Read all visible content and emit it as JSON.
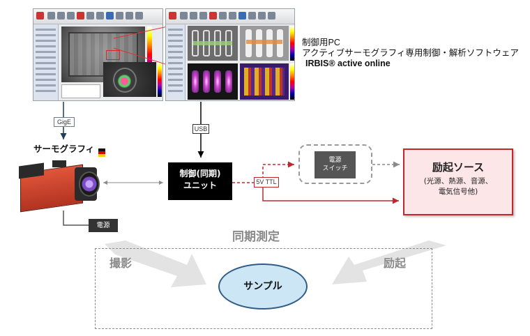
{
  "software": {
    "line1": "制御用PC",
    "line2": "アクティブサーモグラフィ専用制御・解析ソフトウェア",
    "line3": "IRBIS® active online"
  },
  "links": {
    "gige": "GigE",
    "usb": "USB",
    "ttl": "5V TTL"
  },
  "camera": {
    "label": "サーモグラフィ",
    "power": "電源"
  },
  "control_unit": {
    "line1": "制御(同期)",
    "line2": "ユニット"
  },
  "power_switch": {
    "line1": "電源",
    "line2": "スイッチ"
  },
  "excitation": {
    "title": "励起ソース",
    "line1": "(光源、熱源、音源、",
    "line2": "電気信号他)"
  },
  "sync": {
    "title": "同期測定",
    "capture": "撮影",
    "excite": "励起",
    "sample": "サンプル"
  },
  "colors": {
    "red_line": "#c0282e",
    "grey_arrow": "#e3e3e3",
    "sample_fill": "#cde6f5"
  }
}
